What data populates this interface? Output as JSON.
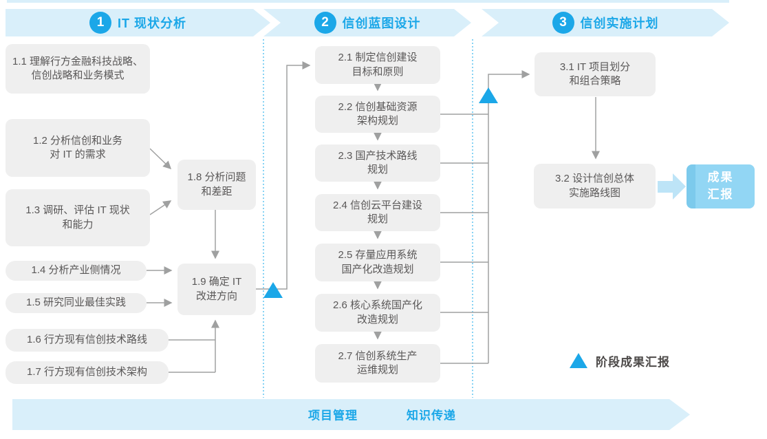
{
  "colors": {
    "accent": "#1BA7E8",
    "banner_fill": "#D9EFFA",
    "box_fill": "#EFEFEF",
    "box_text": "#595757",
    "connector": "#9FA0A0",
    "result_fill": "#92D6F4",
    "result_strip": "#7CCAEC",
    "result_arrow": "#BDE4F7",
    "divider": "#45BBEE"
  },
  "phases": [
    {
      "number": "1",
      "title": "IT 现状分析"
    },
    {
      "number": "2",
      "title": "信创蓝图设计"
    },
    {
      "number": "3",
      "title": "信创实施计划"
    }
  ],
  "phase1_steps": [
    {
      "id": "1.1",
      "text": "1.1 理解行方金融科技战略、\n信创战略和业务模式"
    },
    {
      "id": "1.2",
      "text": "1.2 分析信创和业务\n对 IT 的需求"
    },
    {
      "id": "1.3",
      "text": "1.3 调研、评估 IT 现状\n和能力"
    },
    {
      "id": "1.4",
      "text": "1.4 分析产业侧情况"
    },
    {
      "id": "1.5",
      "text": "1.5 研究同业最佳实践"
    },
    {
      "id": "1.6",
      "text": "1.6 行方现有信创技术路线"
    },
    {
      "id": "1.7",
      "text": "1.7 行方现有信创技术架构"
    },
    {
      "id": "1.8",
      "text": "1.8 分析问题\n和差距"
    },
    {
      "id": "1.9",
      "text": "1.9 确定 IT\n改进方向"
    }
  ],
  "phase2_steps": [
    {
      "id": "2.1",
      "text": "2.1 制定信创建设\n目标和原则"
    },
    {
      "id": "2.2",
      "text": "2.2 信创基础资源\n架构规划"
    },
    {
      "id": "2.3",
      "text": "2.3 国产技术路线\n规划"
    },
    {
      "id": "2.4",
      "text": "2.4 信创云平台建设\n规划"
    },
    {
      "id": "2.5",
      "text": "2.5 存量应用系统\n国产化改造规划"
    },
    {
      "id": "2.6",
      "text": "2.6 核心系统国产化\n改造规划"
    },
    {
      "id": "2.7",
      "text": "2.7 信创系统生产\n运维规划"
    }
  ],
  "phase3_steps": [
    {
      "id": "3.1",
      "text": "3.1 IT 项目划分\n和组合策略"
    },
    {
      "id": "3.2",
      "text": "3.2 设计信创总体\n实施路线图"
    }
  ],
  "result_box": {
    "text": "成果\n汇报"
  },
  "legend": {
    "milestone_label": "阶段成果汇报"
  },
  "footer_banner": {
    "labels": [
      "项目管理",
      "知识传递"
    ]
  }
}
